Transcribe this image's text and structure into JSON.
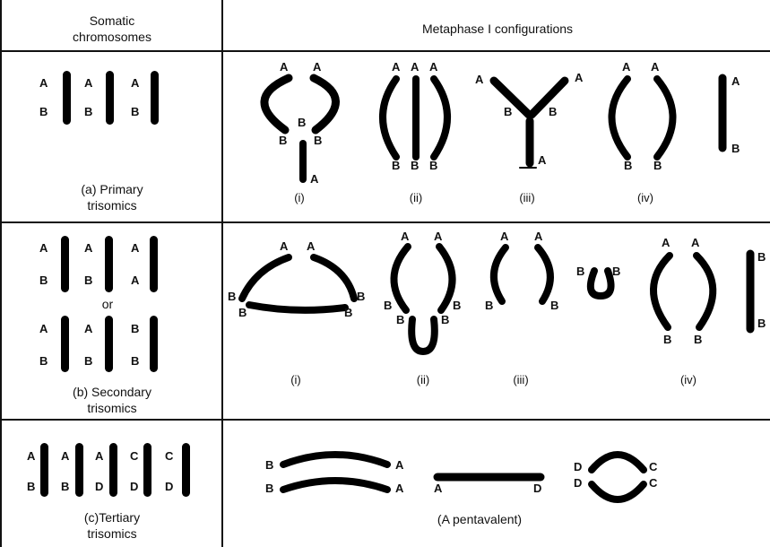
{
  "header": {
    "somatic": "Somatic\nchromosomes",
    "metaphase": "Metaphase I configurations"
  },
  "rows": [
    {
      "caption": "(a) Primary\ntrisomics",
      "somatic_labels": [
        "A",
        "B",
        "A",
        "B",
        "A",
        "B"
      ],
      "config_labels": [
        "A",
        "A",
        "B",
        "B",
        "B",
        "A",
        "A",
        "A",
        "A",
        "B",
        "B",
        "B",
        "A",
        "A",
        "B",
        "B",
        "A",
        "A",
        "A",
        "B",
        "B",
        "A",
        "B"
      ],
      "numerals": [
        "(i)",
        "(ii)",
        "(iii)",
        "(iv)"
      ]
    },
    {
      "caption": "(b) Secondary\ntrisomics",
      "or_text": "or",
      "somatic_labels": [
        "A",
        "B",
        "A",
        "B",
        "A",
        "A",
        "A",
        "B",
        "A",
        "B",
        "B",
        "B"
      ],
      "config_labels": [
        "A",
        "A",
        "B",
        "B",
        "B",
        "B",
        "A",
        "A",
        "B",
        "B",
        "B",
        "B",
        "A",
        "A",
        "B",
        "B",
        "B",
        "B",
        "A",
        "A",
        "B",
        "B",
        "B",
        "B"
      ],
      "numerals": [
        "(i)",
        "(ii)",
        "(iii)",
        "(iv)"
      ]
    },
    {
      "caption": "(c)Tertiary\ntrisomics",
      "somatic_labels": [
        "A",
        "B",
        "A",
        "B",
        "A",
        "D",
        "C",
        "D",
        "C",
        "D"
      ],
      "config_labels": [
        "B",
        "B",
        "A",
        "A",
        "A",
        "D",
        "D",
        "D",
        "C",
        "C"
      ],
      "note": "(A pentavalent)"
    }
  ]
}
